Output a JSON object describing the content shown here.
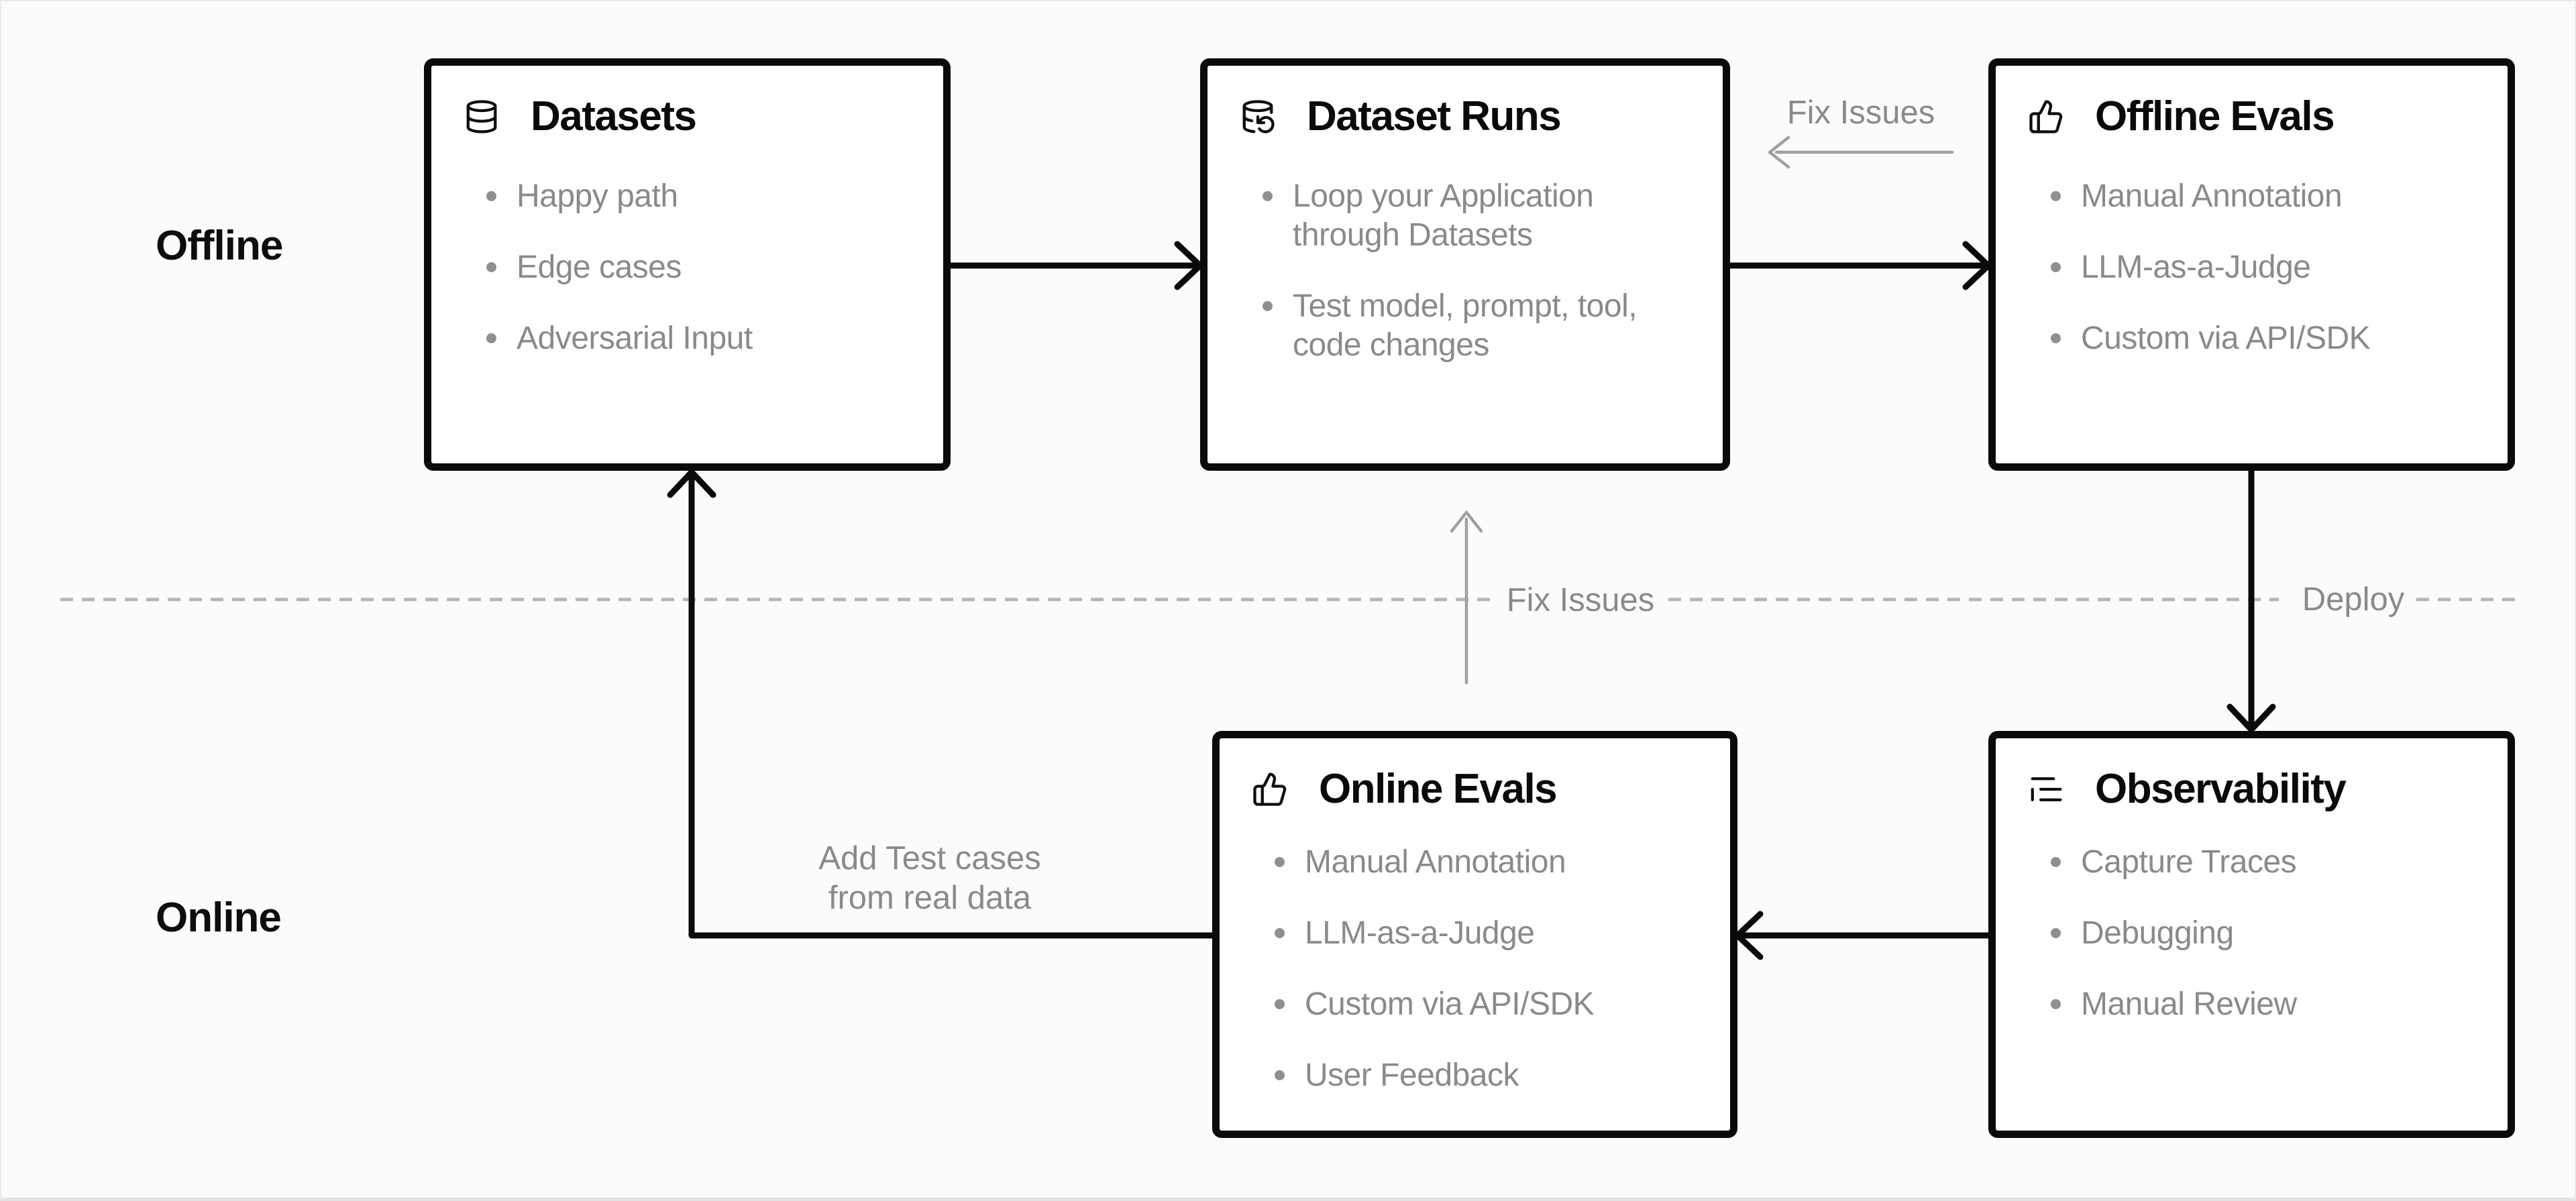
{
  "lanes": {
    "offline": "Offline",
    "online": "Online"
  },
  "boxes": {
    "datasets": {
      "title": "Datasets",
      "icon": "database-icon",
      "items": [
        "Happy path",
        "Edge cases",
        "Adversarial Input"
      ]
    },
    "dataset_runs": {
      "title": "Dataset Runs",
      "icon": "database-backup-icon",
      "items": [
        "Loop your Application through Datasets",
        "Test model, prompt, tool, code changes"
      ]
    },
    "offline_evals": {
      "title": "Offline Evals",
      "icon": "thumbs-up-icon",
      "items": [
        "Manual Annotation",
        "LLM-as-a-Judge",
        "Custom via API/SDK"
      ]
    },
    "online_evals": {
      "title": "Online Evals",
      "icon": "thumbs-up-icon",
      "items": [
        "Manual Annotation",
        "LLM-as-a-Judge",
        "Custom via API/SDK",
        "User Feedback"
      ]
    },
    "observability": {
      "title": "Observability",
      "icon": "trace-list-icon",
      "items": [
        "Capture Traces",
        "Debugging",
        "Manual Review"
      ]
    }
  },
  "edge_labels": {
    "fix_issues_top": "Fix Issues",
    "fix_issues_mid": "Fix Issues",
    "deploy": "Deploy",
    "add_test_cases_line1": "Add Test cases",
    "add_test_cases_line2": "from real data"
  },
  "colors": {
    "background": "#fbfbfb",
    "box_border": "#0a0a0a",
    "arrow_black": "#0a0a0a",
    "arrow_gray": "#a0a0a0",
    "dashed_divider": "#b5b5b5",
    "title_text": "#0a0a0a",
    "item_text": "#8a8a8a",
    "edge_label_text": "#8a8a8a"
  }
}
